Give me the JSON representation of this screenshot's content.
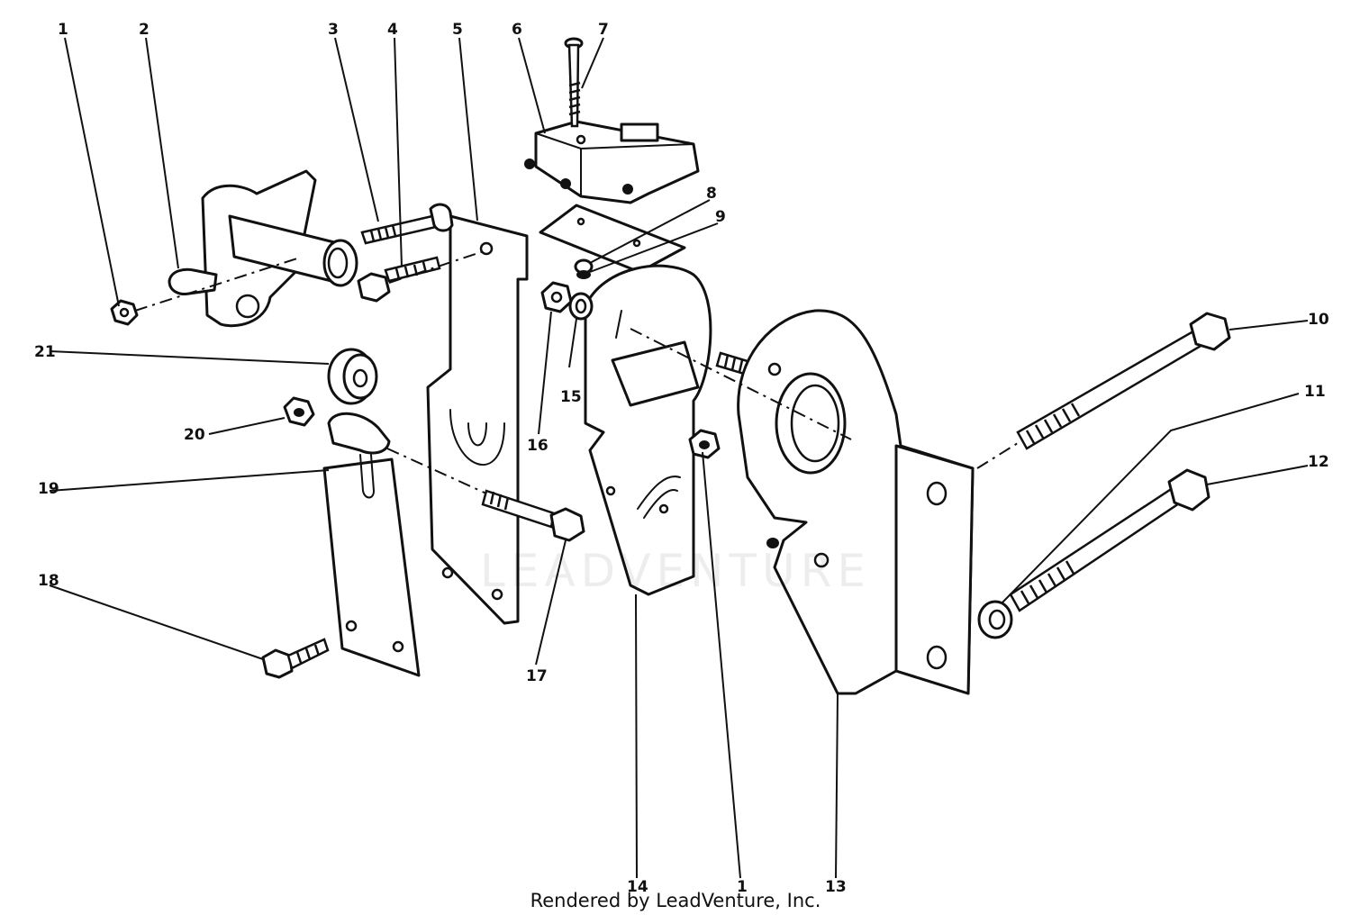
{
  "diagram": {
    "callouts": {
      "c1a": "1",
      "c2": "2",
      "c3": "3",
      "c4": "4",
      "c5": "5",
      "c6": "6",
      "c7": "7",
      "c8": "8",
      "c9": "9",
      "c10": "10",
      "c11": "11",
      "c12": "12",
      "c13": "13",
      "c14": "14",
      "c1b": "1",
      "c15": "15",
      "c16": "16",
      "c17": "17",
      "c18": "18",
      "c19": "19",
      "c20": "20",
      "c21": "21"
    }
  },
  "watermark": "LEADVENTURE",
  "footer": "Rendered by LeadVenture, Inc."
}
